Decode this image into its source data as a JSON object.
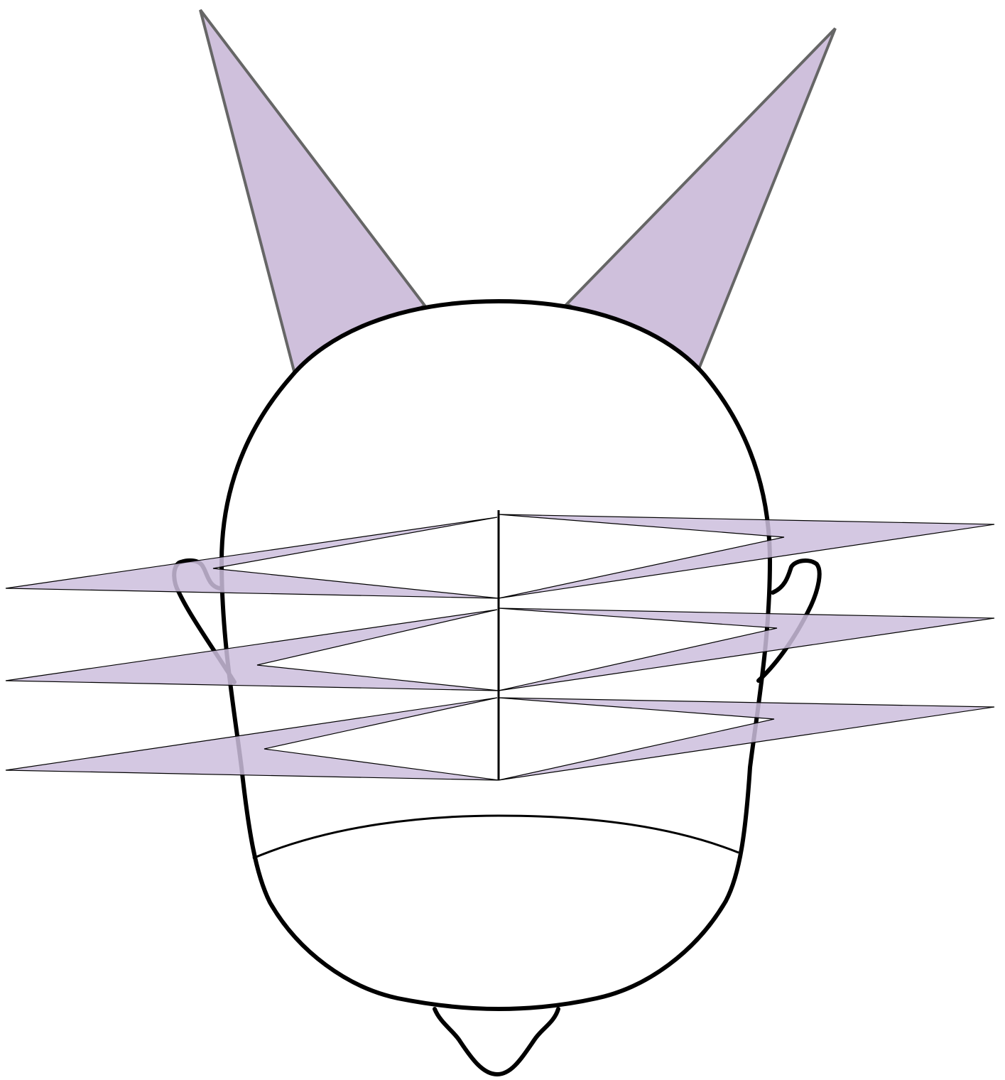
{
  "colors": {
    "background": "#ffffff",
    "outline": "#000000",
    "horn_fill": "#cfc0dc",
    "horn_stroke": "#666666",
    "whisker_fill": "#cdbedd"
  },
  "shapes": [
    "head-outline",
    "left-horn",
    "right-horn",
    "left-ear",
    "right-ear",
    "center-line",
    "jaw-line",
    "chin-tuft",
    "whisker-left-1",
    "whisker-left-2",
    "whisker-left-3",
    "whisker-right-1",
    "whisker-right-2",
    "whisker-right-3"
  ]
}
